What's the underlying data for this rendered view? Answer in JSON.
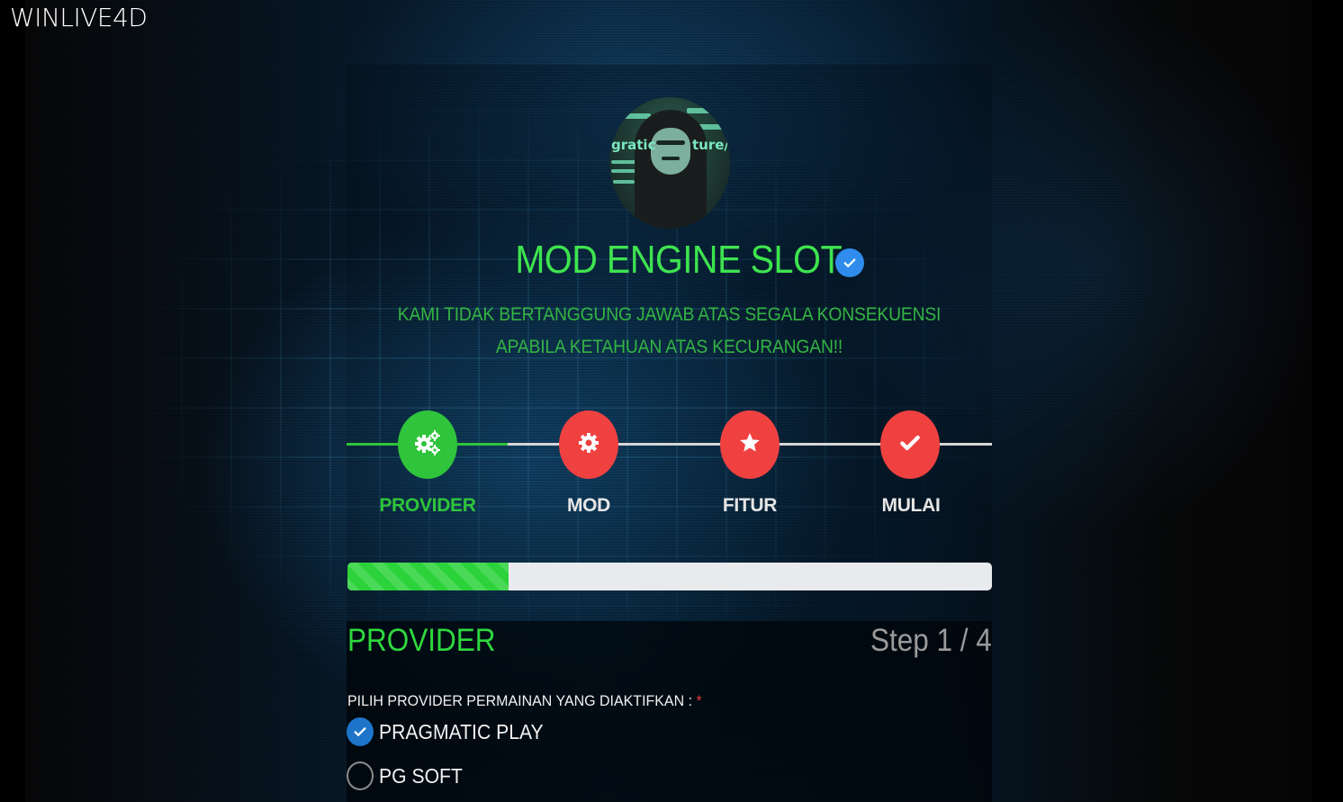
{
  "brand": {
    "name": "WINLIVE4D"
  },
  "header": {
    "avatar_alt": "anonymous-hacker-avatar",
    "avatar_text_left": "gratic",
    "avatar_text_right": "ture/",
    "title": "MOD ENGINE SLOT",
    "verified_icon": "verified-check-icon",
    "disclaimer_line1": "KAMI TIDAK BERTANGGUNG JAWAB ATAS SEGALA KONSEKUENSI",
    "disclaimer_line2": "APABILA KETAHUAN ATAS KECURANGAN!!"
  },
  "stepper": {
    "steps": [
      {
        "label": "PROVIDER",
        "icon": "gears-icon",
        "state": "active",
        "color": "#2fc43b"
      },
      {
        "label": "MOD",
        "icon": "gear-icon",
        "state": "pending",
        "color": "#f04141"
      },
      {
        "label": "FITUR",
        "icon": "star-icon",
        "state": "pending",
        "color": "#f04141"
      },
      {
        "label": "MULAI",
        "icon": "check-icon",
        "state": "pending",
        "color": "#f04141"
      }
    ],
    "active_line_color": "#2fc43b",
    "inactive_line_color": "#d6d6d6"
  },
  "progress": {
    "percent": 25,
    "fill_color": "#2bd23a",
    "track_color": "#e8eaed"
  },
  "section": {
    "title": "PROVIDER",
    "step_counter": "Step 1 / 4"
  },
  "form": {
    "label": "PILIH PROVIDER PERMAINAN YANG DIAKTIFKAN :",
    "required_mark": "*",
    "options": [
      {
        "label": "PRAGMATIC PLAY",
        "checked": true
      },
      {
        "label": "PG SOFT",
        "checked": false
      }
    ]
  },
  "colors": {
    "accent_green": "#3ee44f",
    "disclaimer_green": "#34b443",
    "danger_red": "#f04141",
    "verified_blue": "#2f8cec",
    "checkbox_blue": "#1d74c8"
  }
}
